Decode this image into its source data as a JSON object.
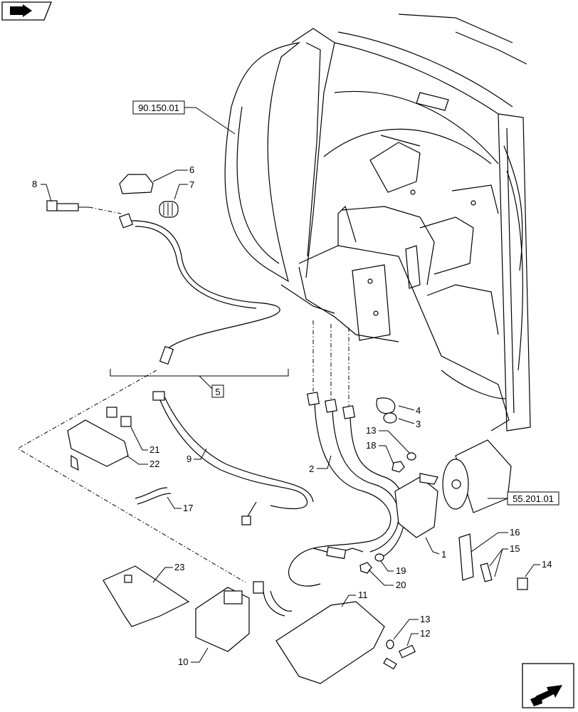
{
  "diagram": {
    "references": [
      "90.150.01",
      "55.201.01"
    ],
    "group_label": "5",
    "callouts": [
      "1",
      "2",
      "3",
      "4",
      "6",
      "7",
      "8",
      "9",
      "10",
      "11",
      "12",
      "13",
      "13",
      "14",
      "15",
      "16",
      "17",
      "18",
      "19",
      "20",
      "21",
      "22",
      "23"
    ]
  },
  "icons": {
    "top_left": "right-arrow-icon",
    "bottom_right": "navigate-arrow-icon"
  }
}
